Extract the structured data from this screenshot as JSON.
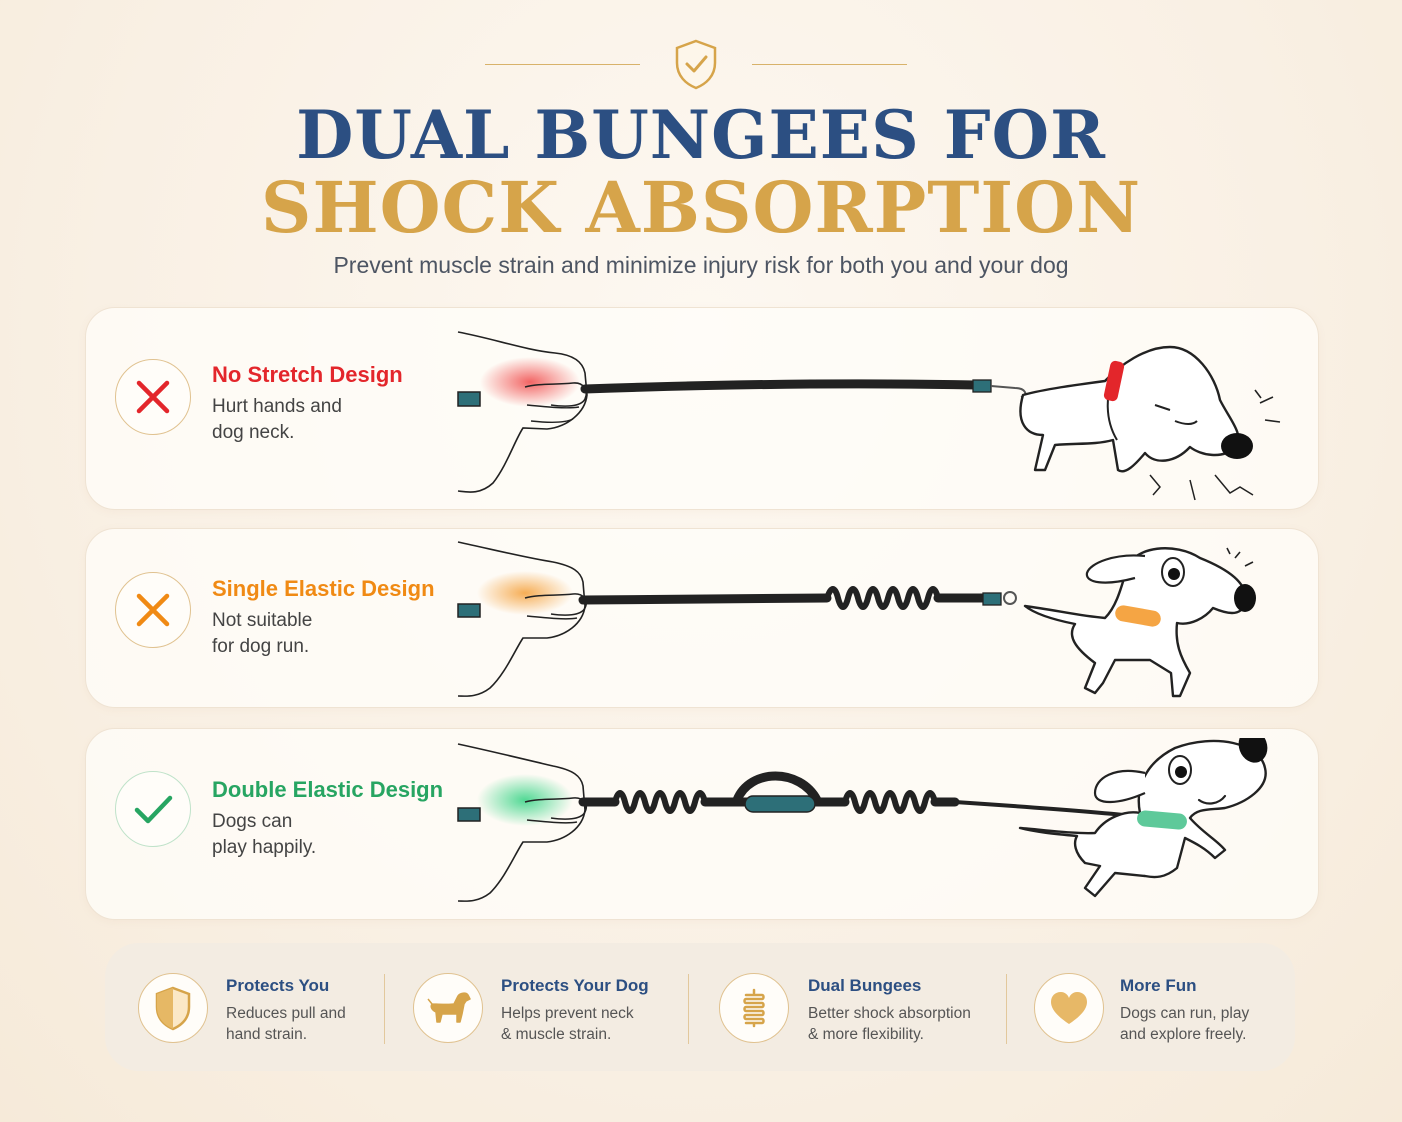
{
  "header": {
    "title_line1": "DUAL BUNGEES FOR",
    "title_line2": "SHOCK ABSORPTION",
    "subtitle": "Prevent muscle strain and minimize injury risk for both you and your dog"
  },
  "rows": [
    {
      "title": "No Stretch Design",
      "desc_line1": "Hurt hands and",
      "desc_line2": "dog neck.",
      "status_icon": "x-icon",
      "color": "#e3262b",
      "glow": "#f04a4a"
    },
    {
      "title": "Single Elastic Design",
      "desc_line1": "Not suitable",
      "desc_line2": "for dog run.",
      "status_icon": "x-icon",
      "color": "#f08a14",
      "glow": "#f5a544"
    },
    {
      "title": "Double Elastic Design",
      "desc_line1": "Dogs can",
      "desc_line2": "play happily.",
      "status_icon": "check-icon",
      "color": "#27a562",
      "glow": "#3fd58a"
    }
  ],
  "features": [
    {
      "title": "Protects You",
      "desc_line1": "Reduces pull and",
      "desc_line2": "hand strain.",
      "icon": "shield-icon"
    },
    {
      "title": "Protects Your Dog",
      "desc_line1": "Helps prevent neck",
      "desc_line2": "& muscle strain.",
      "icon": "dog-icon"
    },
    {
      "title": "Dual Bungees",
      "desc_line1": "Better shock absorption",
      "desc_line2": "& more flexibility.",
      "icon": "spring-icon"
    },
    {
      "title": "More Fun",
      "desc_line1": "Dogs can run, play",
      "desc_line2": "and explore freely.",
      "icon": "heart-icon"
    }
  ],
  "colors": {
    "navy": "#2c4f82",
    "gold": "#d6a44a",
    "red": "#e3262b",
    "orange": "#f08a14",
    "green": "#27a562"
  }
}
